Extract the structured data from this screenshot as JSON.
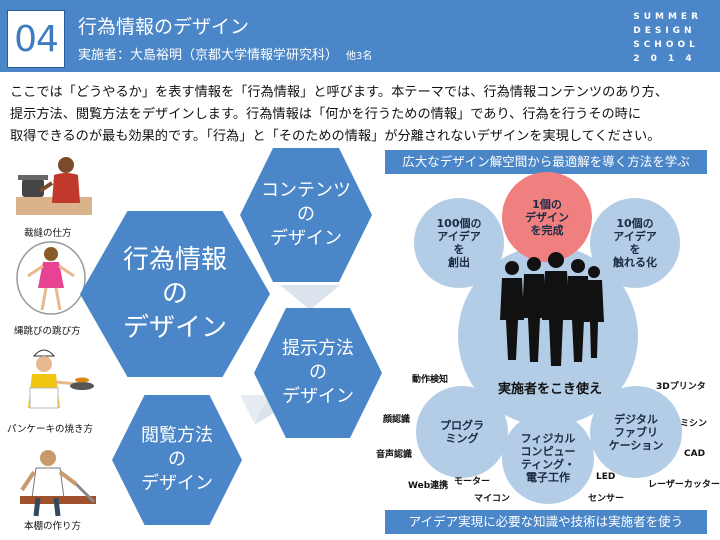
{
  "header": {
    "number": "04",
    "title": "行為情報のデザイン",
    "presenter": "実施者：大島裕明（京都大学情報学研究科）",
    "others": "他3名",
    "school_lines": [
      "SUMMER",
      "DESIGN",
      "SCHOOL",
      "2 0 1 4"
    ]
  },
  "intro": {
    "lines": [
      "ここでは「どうやるか」を表す情報を「行為情報」と呼びます。本テーマでは、行為情報コンテンツのあり方、",
      "提示方法、閲覧方法をデザインします。行為情報は「何かを行うための情報」であり、行為を行うその時に",
      "取得できるのが最も効果的です。「行為」と「そのための情報」が分離されないデザインを実現してください。"
    ]
  },
  "examples": [
    {
      "label": "裁縫の仕方",
      "icon": "sewing-person-icon"
    },
    {
      "label": "縄跳びの跳び方",
      "icon": "jump-rope-person-icon"
    },
    {
      "label": "パンケーキの焼き方",
      "icon": "pancake-cook-icon"
    },
    {
      "label": "本棚の作り方",
      "icon": "carpenter-icon"
    }
  ],
  "hexagons": {
    "main": [
      "行為情報",
      "の",
      "デザイン"
    ],
    "content": [
      "コンテンツ",
      "の",
      "デザイン"
    ],
    "presentation": [
      "提示方法",
      "の",
      "デザイン"
    ],
    "browsing": [
      "閲覧方法",
      "の",
      "デザイン"
    ]
  },
  "banners": {
    "top": "広大なデザイン解空間から最適解を導く方法を学ぶ",
    "bottom": "アイデア実現に必要な知識や技術は実施者を使う"
  },
  "process": {
    "center": "実施者をこき使え",
    "ideas100": [
      "100個の",
      "アイデア",
      "を",
      "創出"
    ],
    "complete1": [
      "1個の",
      "デザイン",
      "を完成"
    ],
    "ideas10": [
      "10個の",
      "アイデア",
      "を",
      "触れる化"
    ],
    "programming": [
      "プログラ",
      "ミング"
    ],
    "physical": [
      "フィジカル",
      "コンピュー",
      "ティング・",
      "電子工作"
    ],
    "fabrication": [
      "デジタル",
      "ファブリ",
      "ケーション"
    ]
  },
  "tools": {
    "motion": "動作検知",
    "face": "顔認識",
    "voice": "音声認識",
    "web": "Web連携",
    "motor": "モーター",
    "micro": "マイコン",
    "led": "LED",
    "sensor": "センサー",
    "printer": "3Dプリンタ",
    "sewing": "ミシン",
    "cad": "CAD",
    "laser": "レーザーカッター"
  },
  "colors": {
    "primary": "#4a86c8",
    "circle_light": "#b3cde6",
    "circle_complete": "#f08080"
  }
}
